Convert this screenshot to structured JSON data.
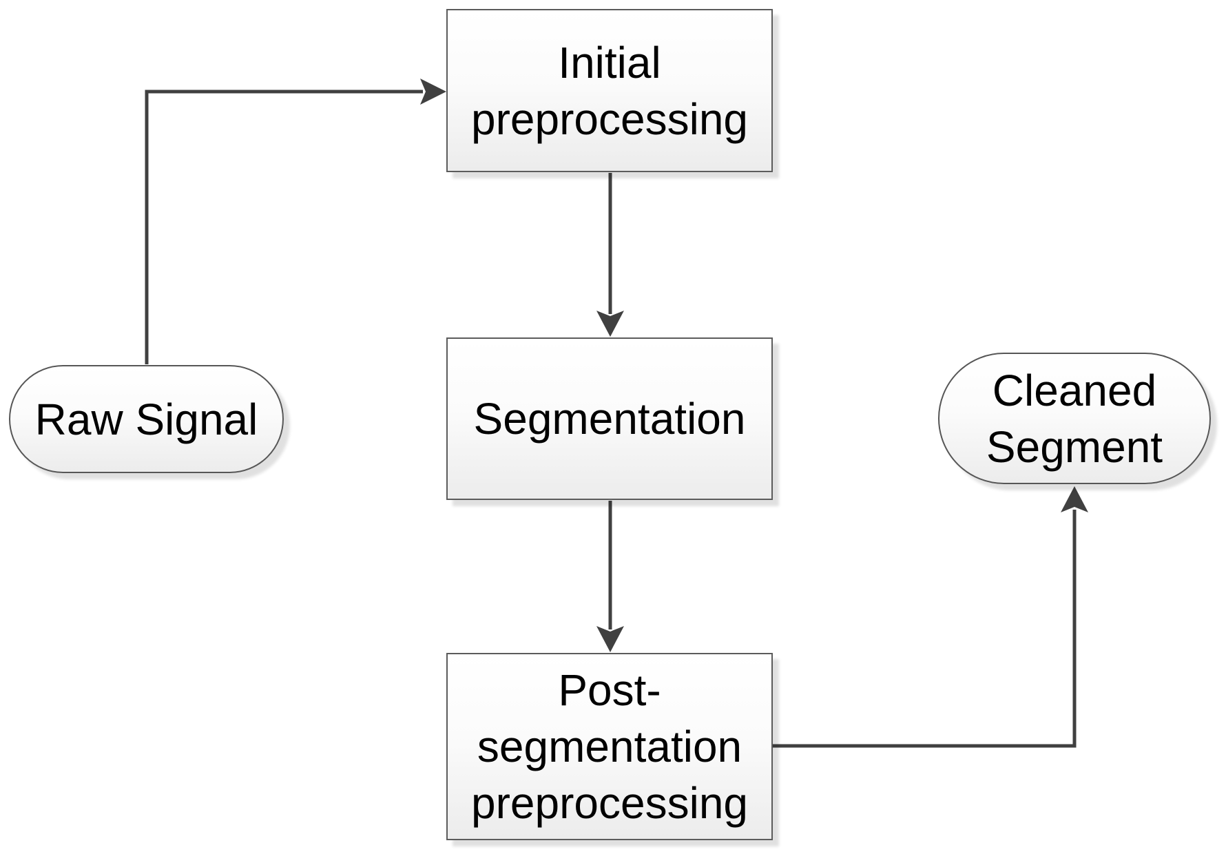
{
  "diagram": {
    "type": "flowchart",
    "background_color": "#ffffff",
    "colors": {
      "connector": "#404040",
      "shape_border": "#5b5b5b",
      "shape_fill_top": "#ffffff",
      "shape_fill_bottom": "#ececec",
      "shape_shadow": "#e3e3e3",
      "text": "#000000"
    },
    "nodes": [
      {
        "id": "raw-signal",
        "shape": "stadium",
        "label": "Raw Signal"
      },
      {
        "id": "initial-preprocessing",
        "shape": "rectangle",
        "label": "Initial\npreprocessing"
      },
      {
        "id": "segmentation",
        "shape": "rectangle",
        "label": "Segmentation"
      },
      {
        "id": "post-segmentation-preprocessing",
        "shape": "rectangle",
        "label": "Post-\nsegmentation\npreprocessing"
      },
      {
        "id": "cleaned-segment",
        "shape": "stadium",
        "label": "Cleaned\nSegment"
      }
    ],
    "edges": [
      {
        "from": "raw-signal",
        "to": "initial-preprocessing",
        "style": "elbow",
        "arrowhead": "stealth"
      },
      {
        "from": "initial-preprocessing",
        "to": "segmentation",
        "style": "straight",
        "arrowhead": "stealth"
      },
      {
        "from": "segmentation",
        "to": "post-segmentation-preprocessing",
        "style": "straight",
        "arrowhead": "stealth"
      },
      {
        "from": "post-segmentation-preprocessing",
        "to": "cleaned-segment",
        "style": "elbow",
        "arrowhead": "stealth"
      }
    ]
  }
}
